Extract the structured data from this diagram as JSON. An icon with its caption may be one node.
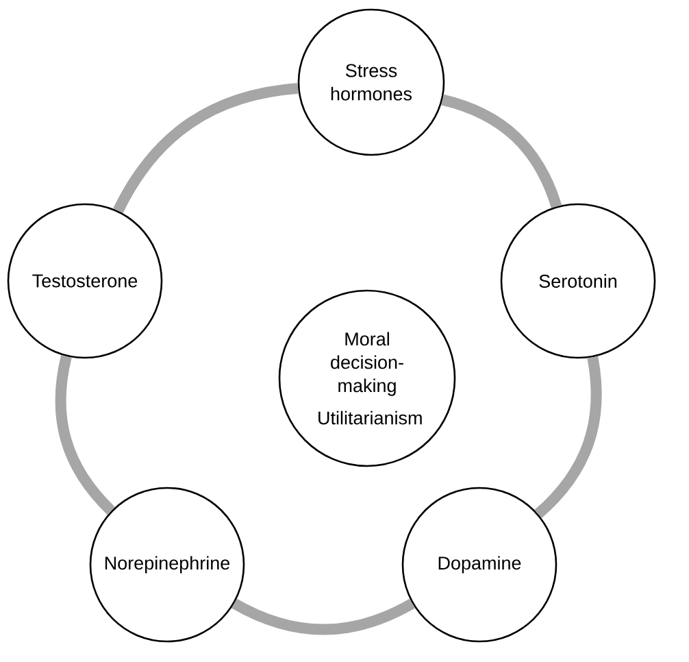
{
  "diagram": {
    "nodes": [
      {
        "text": [
          "Stress hormones"
        ]
      },
      {
        "text": [
          "Testosterone"
        ]
      },
      {
        "text": [
          "Moral decision-making",
          "Utilitarianism"
        ]
      },
      {
        "text": [
          "Serotonin"
        ]
      },
      {
        "text": [
          "Norepinephrine"
        ]
      },
      {
        "text": [
          "Dopamine"
        ]
      }
    ],
    "edges": [
      {
        "from": 0,
        "to": 3,
        "arrow": "none"
      },
      {
        "from": 3,
        "to": 5,
        "arrow": "none"
      },
      {
        "from": 5,
        "to": 4,
        "arrow": "none"
      },
      {
        "from": 4,
        "to": 1,
        "arrow": "none"
      },
      {
        "from": 1,
        "to": 0,
        "arrow": "none"
      }
    ]
  }
}
